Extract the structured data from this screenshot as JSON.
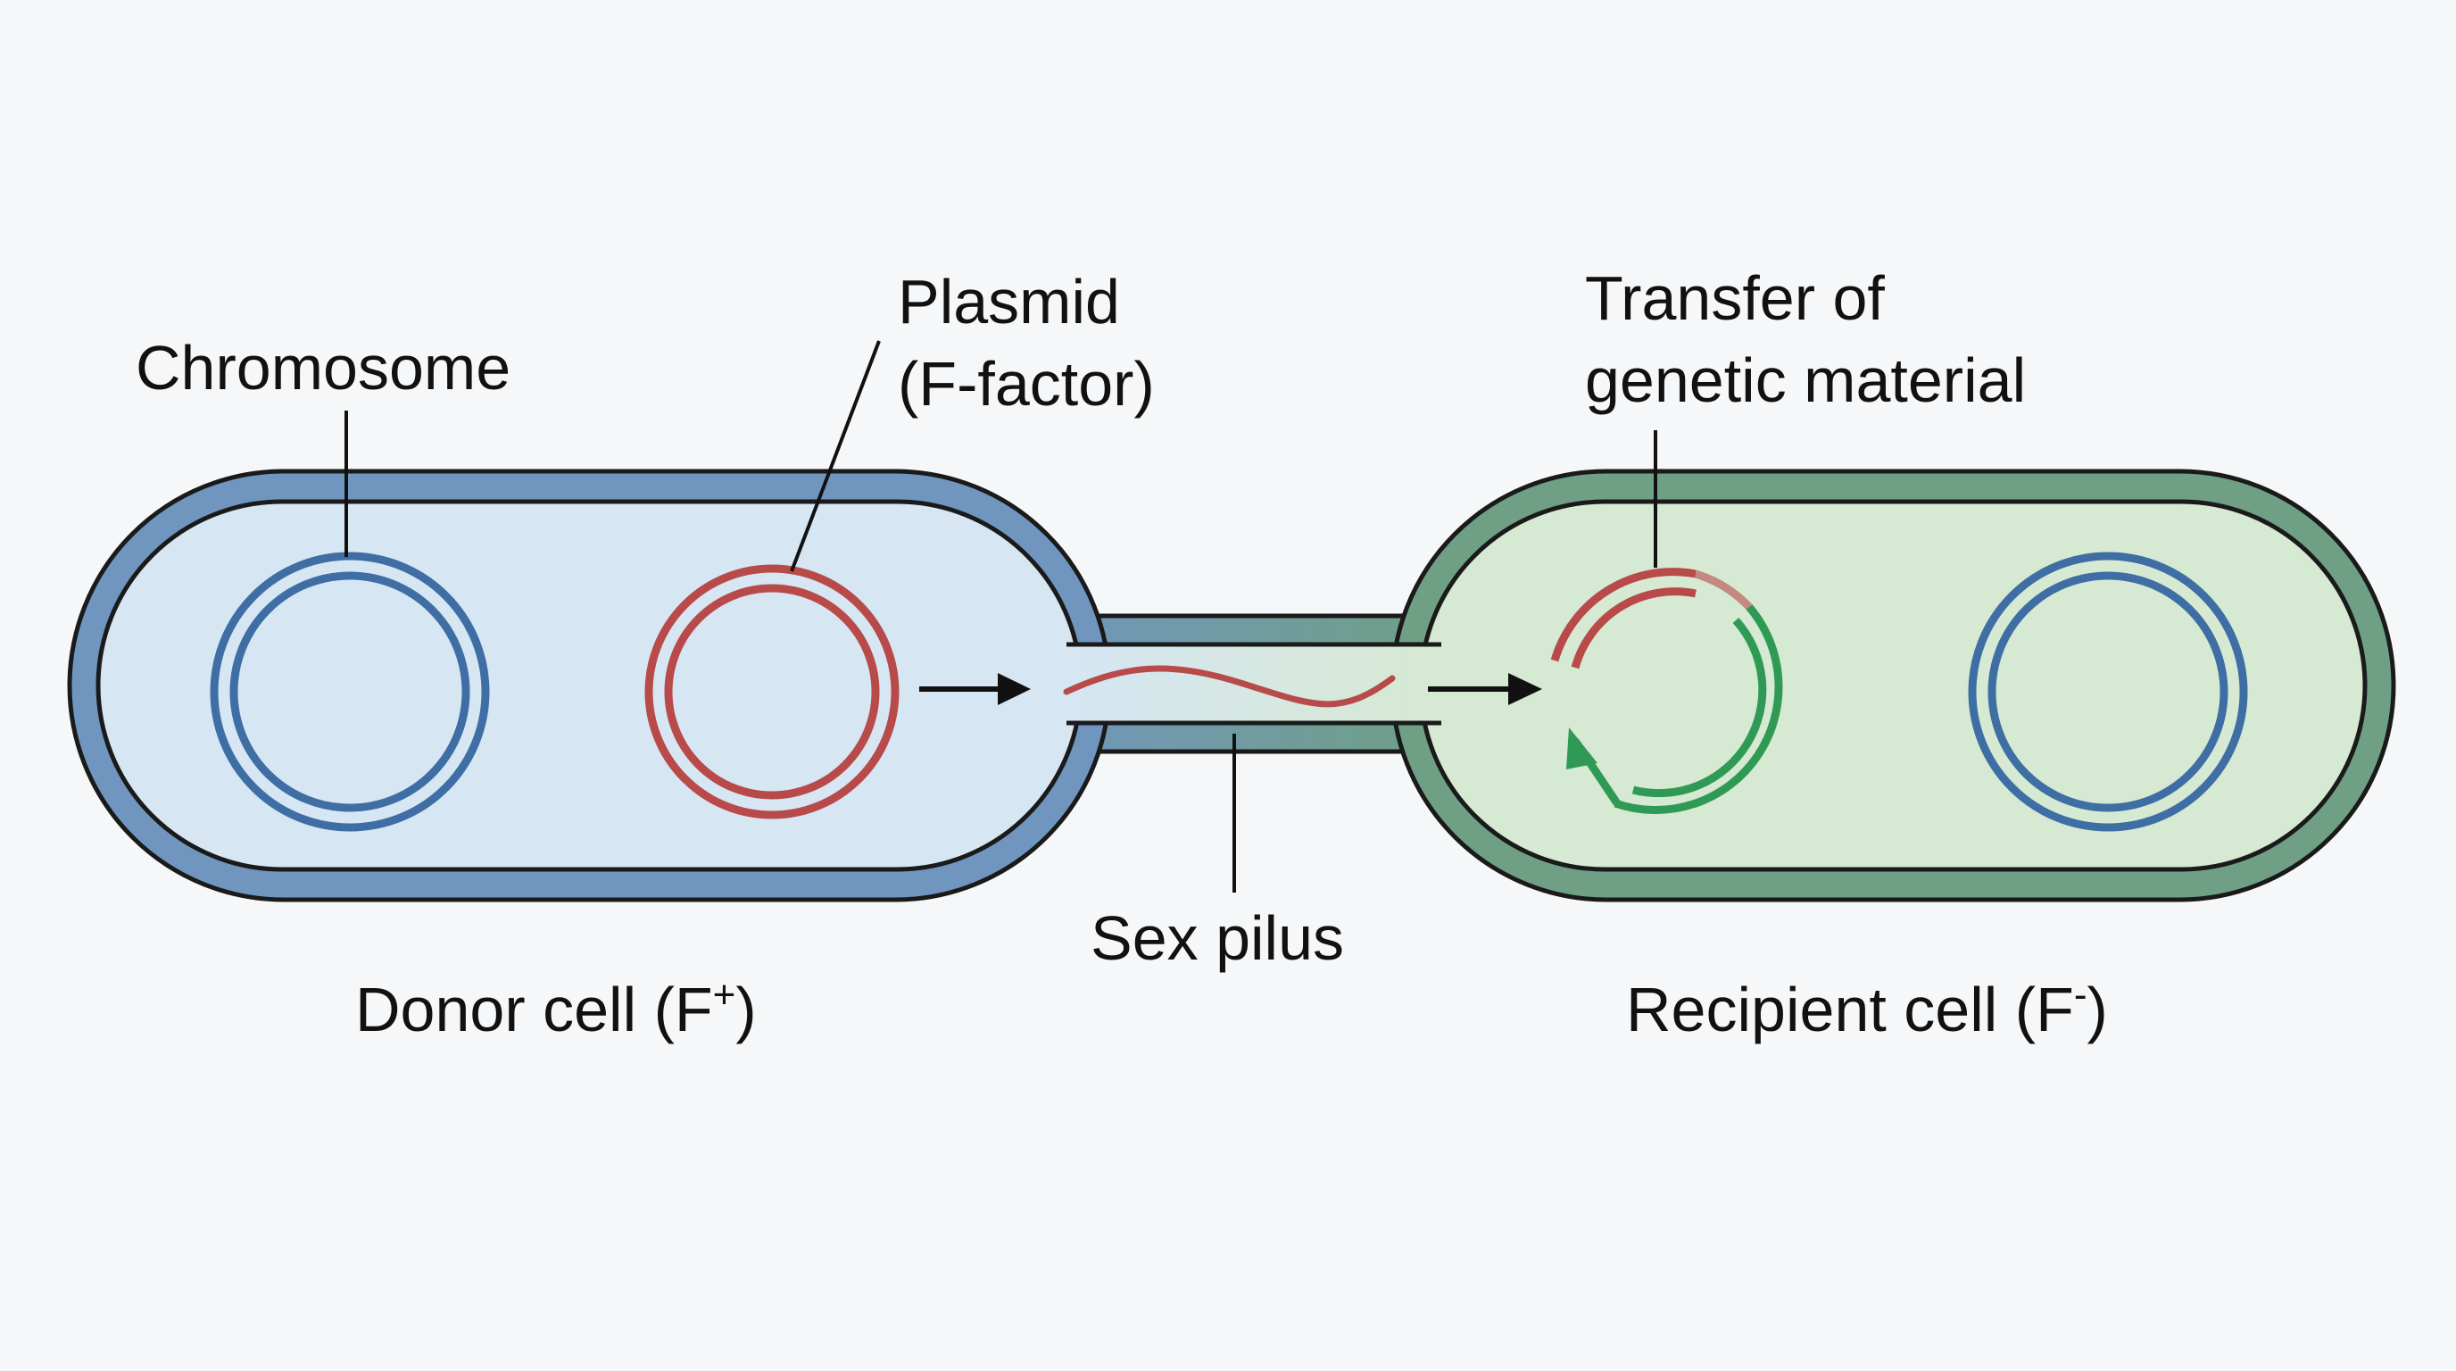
{
  "labels": {
    "chromosome": "Chromosome",
    "plasmid_line1": "Plasmid",
    "plasmid_line2": "(F-factor)",
    "transfer_line1": "Transfer of",
    "transfer_line2": "genetic material",
    "sex_pilus": "Sex pilus",
    "donor_cell": "Donor cell (F",
    "donor_sup": "+",
    "donor_close": ")",
    "recipient_cell": "Recipient cell (F",
    "recipient_sup": "-",
    "recipient_close": ")"
  },
  "colors": {
    "donor_membrane": "#7096c0",
    "donor_cytoplasm": "#d6e6f3",
    "recipient_membrane": "#6fa085",
    "recipient_cytoplasm": "#d6e9d2",
    "outline": "#1a1a1a",
    "chromosome": "#3f6ea5",
    "plasmid": "#b84a4a",
    "transfer_arrow": "#2f9a55",
    "pointer": "#111111"
  },
  "icons": {
    "flow_arrow": "arrow-right-icon",
    "replication_arrow": "circular-arrow-icon"
  }
}
